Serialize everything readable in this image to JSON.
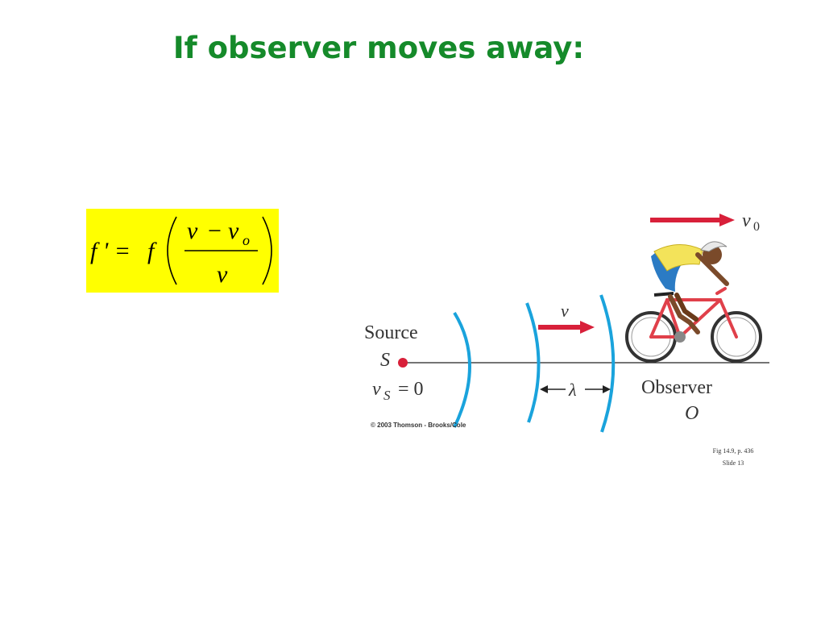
{
  "slide": {
    "title": "If observer moves away:",
    "formula": {
      "f_prime": "f ' =",
      "f": "f",
      "numerator_v": "v",
      "minus": "−",
      "numerator_vo": "v",
      "subscript_o": "o",
      "denominator": "v"
    },
    "figure": {
      "velocity_label": "v",
      "velocity_subscript": "0",
      "wave_velocity_label": "v",
      "source_label": "Source",
      "source_symbol": "S",
      "source_speed_v": "v",
      "source_speed_sub": "S",
      "source_speed_eq": "= 0",
      "wavelength_symbol": "λ",
      "observer_label": "Observer",
      "observer_symbol": "O",
      "copyright": "© 2003 Thomson - Brooks/Cole"
    },
    "fig_ref": "Fig 14.9, p. 436",
    "slide_number": "Slide 13"
  }
}
